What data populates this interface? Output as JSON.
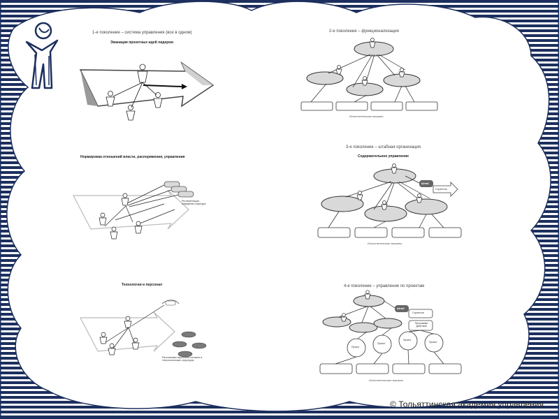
{
  "copyright": "© Тольяттинская академия управления",
  "icons": [
    "presenter-figure-icon"
  ],
  "colors": {
    "stripe": "#1c2f5e",
    "node": "#d9d9d9",
    "grey": "#7a7a7a"
  },
  "panels": {
    "p1": {
      "title": "1-е поколение – система управления (все в одном)",
      "subtitle": "Эманация проектных идей лидером"
    },
    "p2": {
      "title": "2-е поколение – функционализация",
      "footer": "Исполнительская машина"
    },
    "p3": {
      "subtitle": "Нормировка отношений власти, распоряжения, управления",
      "note": "Регламентация поведения структуры"
    },
    "p4": {
      "title": "3-е поколение – штабная организация",
      "subtitle": "Содержательное управление",
      "shtab": "Штаб",
      "strategy": "Стратегия",
      "footer": "Исполнительские машины"
    },
    "p5": {
      "subtitle": "Технологии и персонал",
      "note": "Расстановка персонала согласно в технологических структурах"
    },
    "p6": {
      "title": "4-е поколение – управление по проектам",
      "shtab": "Штаб",
      "strategy": "Стратегия",
      "programs": "Программа действий",
      "project": "Проект",
      "footer": "Исполнительские машины"
    }
  }
}
